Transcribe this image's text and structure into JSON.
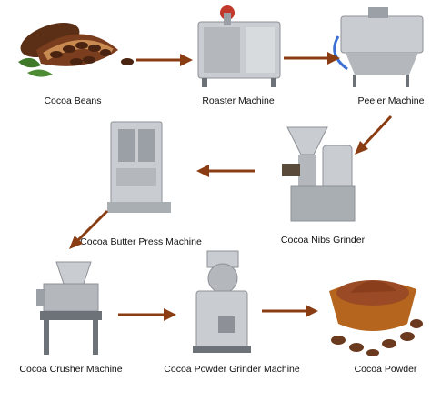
{
  "diagram": {
    "title": "",
    "steps": [
      {
        "id": "beans",
        "label": "Cocoa Beans"
      },
      {
        "id": "roaster",
        "label": "Roaster  Machine"
      },
      {
        "id": "peeler",
        "label": "Peeler Machine"
      },
      {
        "id": "nibs",
        "label": "Cocoa Nibs Grinder"
      },
      {
        "id": "butter",
        "label": "Cocoa Butter Press Machine"
      },
      {
        "id": "crusher",
        "label": "Cocoa Crusher Machine"
      },
      {
        "id": "powder-grinder",
        "label": "Cocoa Powder Grinder Machine"
      },
      {
        "id": "powder",
        "label": "Cocoa  Powder"
      }
    ],
    "flow": [
      "beans",
      "roaster",
      "peeler",
      "nibs",
      "butter",
      "crusher",
      "powder-grinder",
      "powder"
    ],
    "colors": {
      "arrow": "#8a3c12",
      "steel": "#c9ccd0",
      "steel_dark": "#8d9197",
      "cocoa": "#6b3a1e",
      "powder": "#9a4a24"
    },
    "icons": [
      "cocoa-pod-icon",
      "roaster-machine-icon",
      "peeler-machine-icon",
      "nibs-grinder-icon",
      "butter-press-icon",
      "crusher-machine-icon",
      "powder-grinder-icon",
      "cocoa-powder-bowl-icon"
    ]
  }
}
